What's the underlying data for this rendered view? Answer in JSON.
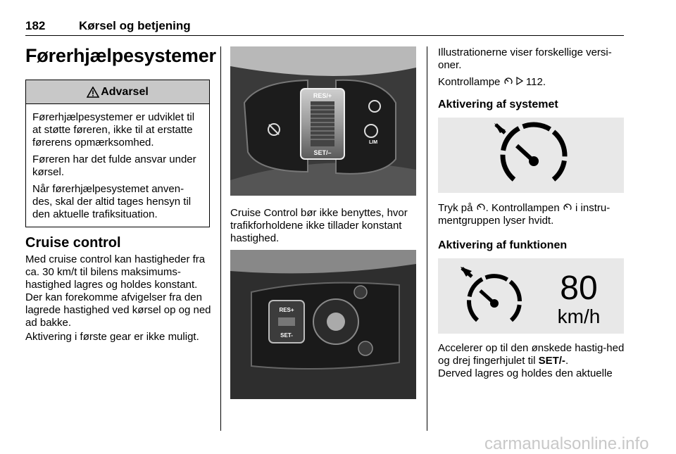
{
  "header": {
    "page_number": "182",
    "chapter": "Kørsel og betjening"
  },
  "page_title": "Førerhjælpesystemer",
  "warning": {
    "title": "Advarsel",
    "paragraphs": [
      "Førerhjælpesystemer er udviklet til at støtte føreren, ikke til at erstatte førerens opmærksomhed.",
      "Føreren har det fulde ansvar under kørsel.",
      "Når førerhjælpesystemet anven-des, skal der altid tages hensyn til den aktuelle trafiksituation."
    ]
  },
  "cruise": {
    "heading": "Cruise control",
    "p1": "Med cruise control kan hastigheder fra ca. 30 km/t til bilens maksimums-hastighed lagres og holdes konstant. Der kan forekomme afvigelser fra den lagrede hastighed ved kørsel op og ned ad bakke.",
    "p2": "Aktivering i første gear er ikke muligt."
  },
  "middle": {
    "photo1_labels": {
      "top": "RES/+",
      "bottom": "SET/–",
      "lim": "LIM"
    },
    "caption": "Cruise Control bør ikke benyttes, hvor trafikforholdene ikke tillader konstant hastighed.",
    "photo2_labels": {
      "top": "RES+",
      "bottom": "SET-"
    }
  },
  "right": {
    "p1": "Illustrationerne viser forskellige versi-oner.",
    "p2_prefix": "Kontrollampe",
    "p2_ref": "112.",
    "h_system": "Aktivering af systemet",
    "p3_a": "Tryk på",
    "p3_b": ". Kontrollampen",
    "p3_c": "i instru-mentgruppen lyser hvidt.",
    "h_function": "Aktivering af funktionen",
    "speed_value": "80",
    "speed_unit": "km/h",
    "p4_a": "Accelerer op til den ønskede hastig-hed og drej fingerhjulet til",
    "p4_bold": "SET/-",
    "p4_b": ".",
    "p4_c": "Derved lagres og holdes den aktuelle"
  },
  "watermark": "carmanualsonline.info",
  "icons": [
    "warning-triangle-icon",
    "cruise-control-icon",
    "reference-arrow-icon",
    "steering-wheel-photo",
    "speedometer-icon"
  ],
  "colors": {
    "warning_header": "#c8c8c8",
    "illustration_bg": "#e8e8e8",
    "photo_bg": "#2a2a2a",
    "watermark": "#c8c8c8"
  }
}
